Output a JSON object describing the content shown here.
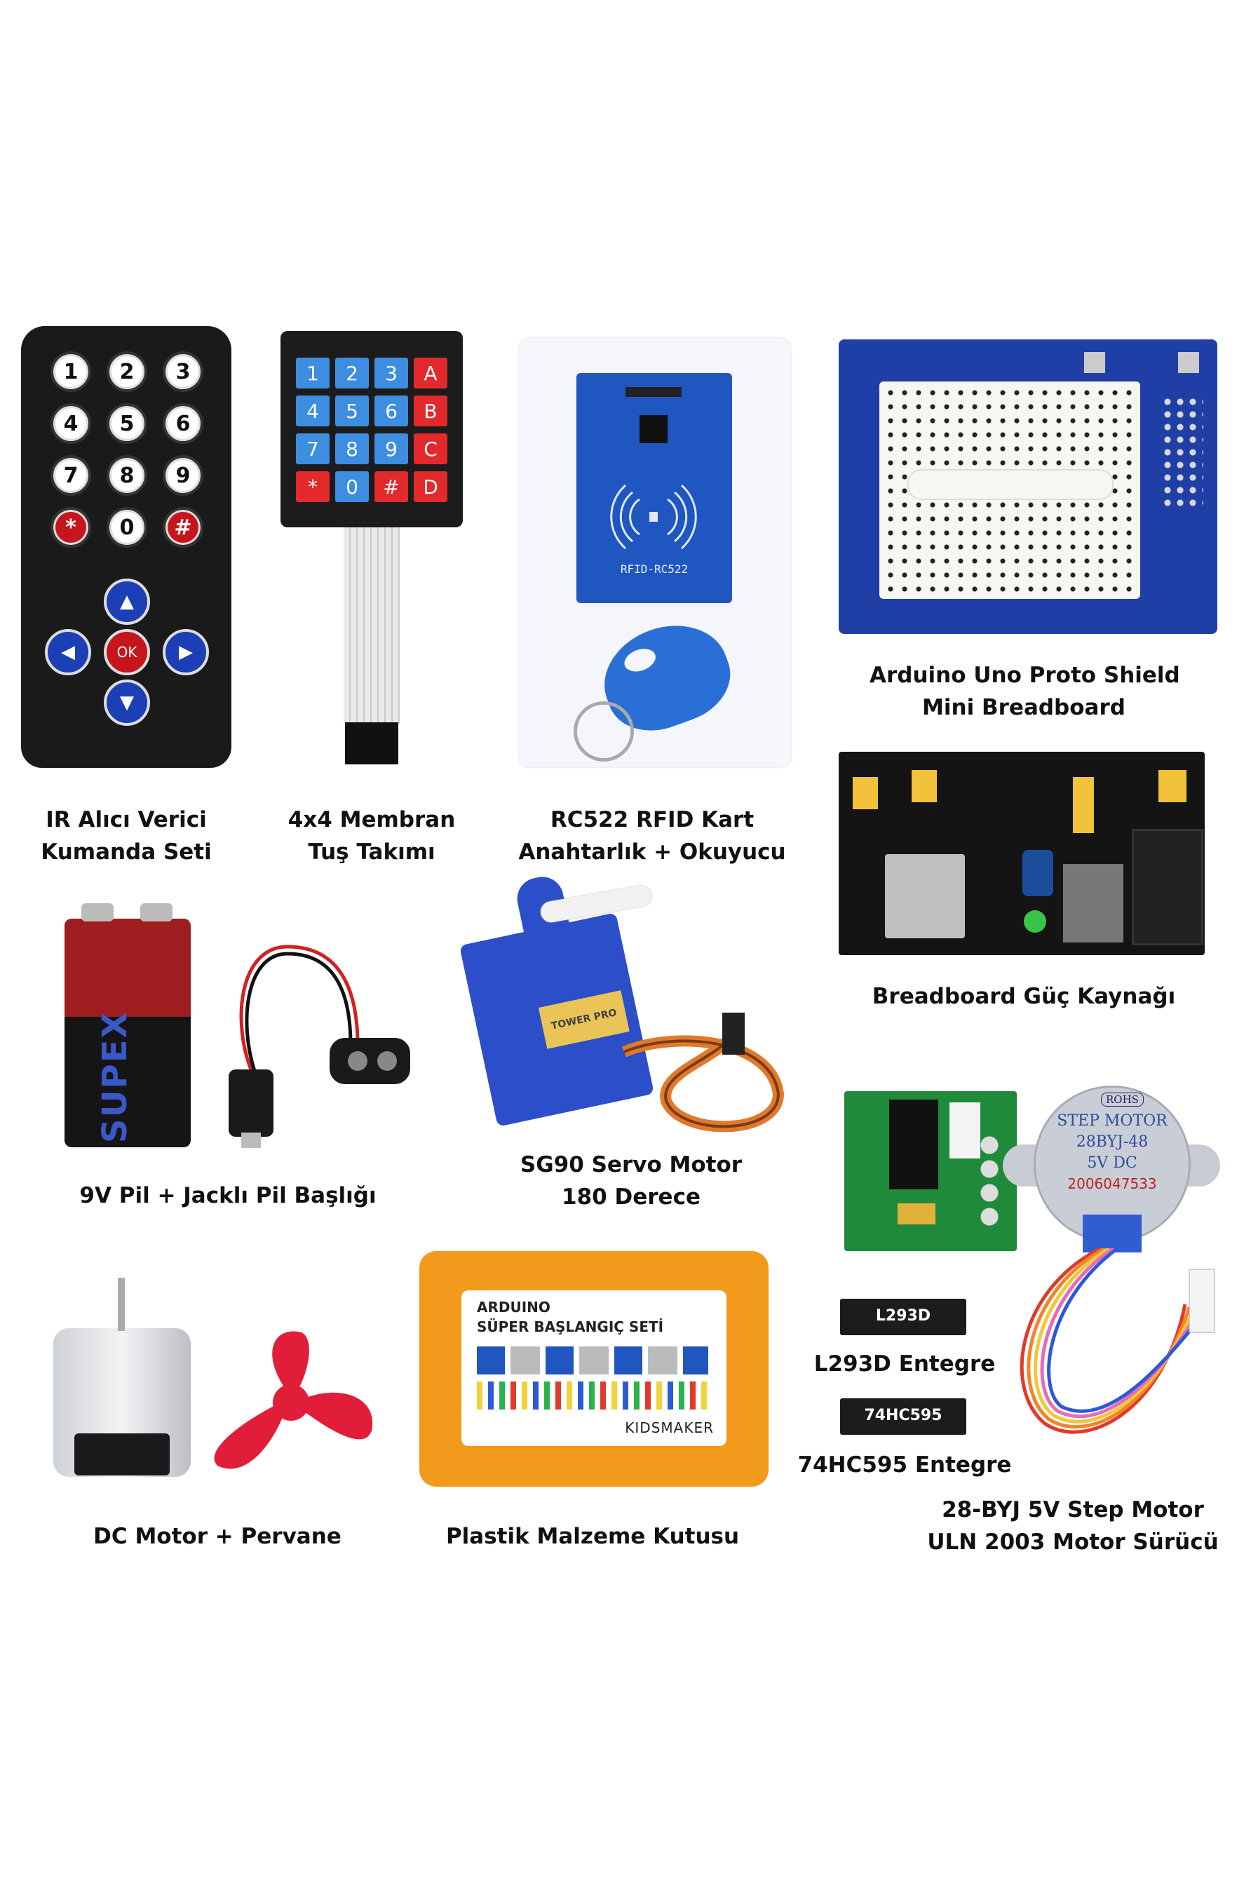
{
  "products": [
    {
      "key": "ir_remote",
      "lines": [
        "IR Alıcı Verici",
        "Kumanda Seti"
      ]
    },
    {
      "key": "keypad",
      "lines": [
        "4x4 Membran",
        "Tuş Takımı"
      ]
    },
    {
      "key": "rfid",
      "lines": [
        "RC522 RFID Kart",
        "Anahtarlık + Okuyucu"
      ]
    },
    {
      "key": "proto_shield",
      "lines": [
        "Arduino Uno Proto Shield",
        "Mini Breadboard"
      ]
    },
    {
      "key": "power_supply",
      "lines": [
        "Breadboard Güç Kaynağı"
      ]
    },
    {
      "key": "battery",
      "lines": [
        "9V Pil + Jacklı Pil Başlığı"
      ]
    },
    {
      "key": "servo",
      "lines": [
        "SG90 Servo Motor",
        "180 Derece"
      ]
    },
    {
      "key": "dc_motor",
      "lines": [
        "DC Motor + Pervane"
      ]
    },
    {
      "key": "box",
      "lines": [
        "Plastik Malzeme Kutusu"
      ]
    },
    {
      "key": "l293d",
      "lines": [
        "L293D Entegre"
      ]
    },
    {
      "key": "ic74hc595",
      "lines": [
        "74HC595 Entegre"
      ]
    },
    {
      "key": "step_motor",
      "lines": [
        "28-BYJ 5V Step Motor",
        "ULN 2003 Motor Sürücü"
      ]
    }
  ],
  "remote_keys": [
    "1",
    "2",
    "3",
    "4",
    "5",
    "6",
    "7",
    "8",
    "9",
    "*",
    "0",
    "#"
  ],
  "remote_ok": "OK",
  "keypad_keys": [
    "1",
    "2",
    "3",
    "A",
    "4",
    "5",
    "6",
    "B",
    "7",
    "8",
    "9",
    "C",
    "*",
    "0",
    "#",
    "D"
  ],
  "rfid_board_label": "RFID-RC522",
  "battery_brand": "SUPEX",
  "servo_brand": "TOWER PRO",
  "box_label": {
    "line1": "ARDUINO",
    "line2": "SÜPER BAŞLANGIÇ SETİ",
    "brand": "KIDSMAKER"
  },
  "chip_labels": {
    "l293d": "L293D",
    "hc595": "74HC595"
  },
  "step_motor_label": {
    "line1": "STEP MOTOR",
    "line2": "28BYJ-48",
    "line3": "5V DC",
    "line4": "2006047533",
    "badge": "ROHS"
  },
  "colors": {
    "blue_pcb": "#1f3fa6",
    "green_pcb": "#1f8a3a",
    "orange_box": "#f29a1b",
    "remote_body": "#1a1a1a",
    "red": "#c4161c"
  }
}
